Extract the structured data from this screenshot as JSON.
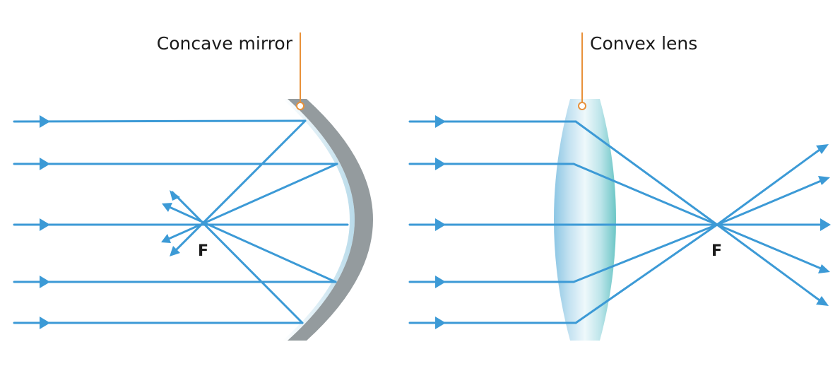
{
  "colors": {
    "ray": "#3c9ad6",
    "callout_line": "#e8913a",
    "mirror_back": "#949b9e",
    "mirror_front": "#cfe7f2",
    "lens_light": "#e6f4f8",
    "lens_blue": "#a7d3ea",
    "lens_teal": "#74cccb",
    "text": "#1a1a1a"
  },
  "mirror_panel": {
    "callout": "Concave mirror",
    "focal_label": "F",
    "icons": [
      "arrow-icon"
    ]
  },
  "lens_panel": {
    "callout": "Convex lens",
    "focal_label": "F",
    "icons": [
      "arrow-icon"
    ]
  }
}
